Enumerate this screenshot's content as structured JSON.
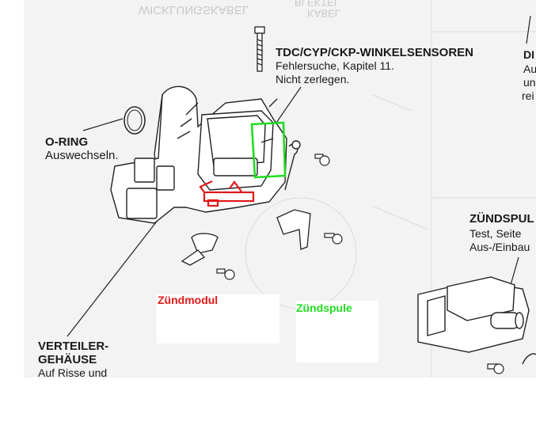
{
  "labels": {
    "ghost_top_left": "WICKLUNGSKABEL",
    "ghost_top_mid_1": "BLEKTEL",
    "ghost_top_mid_2": "KABEL",
    "sensor_title": "TDC/CYP/CKP-WINKELSENSOREN",
    "sensor_line1": "Fehlersuche, Kapitel 11.",
    "sensor_line2": "Nicht zerlegen.",
    "oring_title": "O-RING",
    "oring_sub": "Auswechseln.",
    "right_edge_title": "DI",
    "right_edge_line1": "Au",
    "right_edge_line2": "un",
    "right_edge_line3": "rei",
    "coil_title": "ZÜNDSPUL",
    "coil_line1": "Test, Seite",
    "coil_line2": "Aus-/Einbau",
    "housing_title1": "VERTEILER-",
    "housing_title2": "GEHÄUSE",
    "housing_line1": "Auf Risse und"
  },
  "annotations": {
    "module_label": "Zündmodul",
    "coil_label": "Zündspule",
    "module_color": "#e01818",
    "coil_color": "#22dd22"
  },
  "icons": [
    "bolt-icon",
    "screw-icon",
    "bracket-icon",
    "o-ring-icon",
    "ignition-coil-icon",
    "distributor-housing-icon"
  ]
}
